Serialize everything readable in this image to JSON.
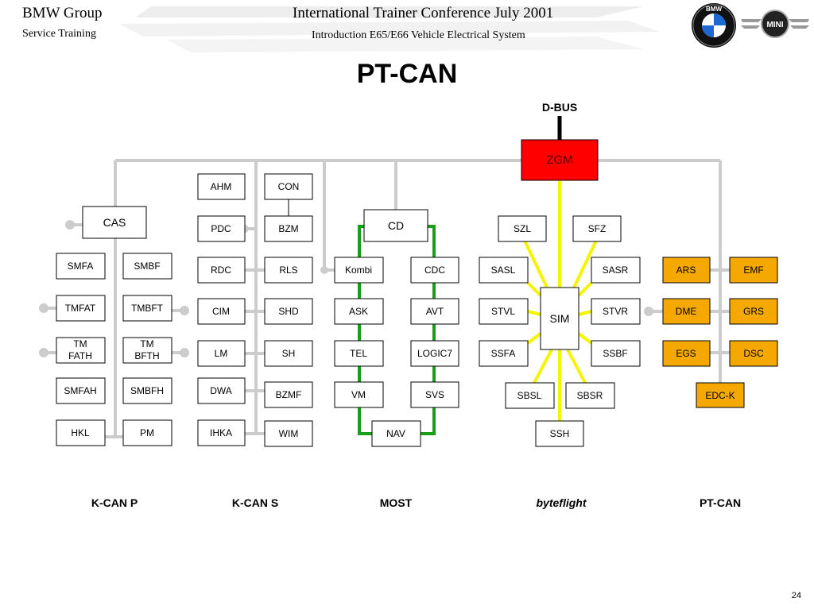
{
  "header": {
    "brand": "BMW Group",
    "department": "Service Training",
    "conference": "International Trainer Conference July 2001",
    "subtitle": "Introduction E65/E66 Vehicle Electrical System"
  },
  "logos": {
    "bmw_letters": "BMW",
    "mini_text": "MINI"
  },
  "title": "PT-CAN",
  "page_number": "24",
  "colors": {
    "bus_gray": "#cccccc",
    "most_green": "#1a9e1a",
    "byteflight_yellow": "#f5f500",
    "zgm_red": "#ff0000",
    "ptcan_orange": "#f5a800",
    "dbus_black": "#000000",
    "box_border": "#000000"
  },
  "dbus_label": "D-BUS",
  "modules": {
    "zgm": "ZGM",
    "cas": "CAS",
    "smfa": "SMFA",
    "smbf": "SMBF",
    "tmfat": "TMFAT",
    "tmbft": "TMBFT",
    "tmfath_1": "TM",
    "tmfath_2": "FATH",
    "tmbfth_1": "TM",
    "tmbfth_2": "BFTH",
    "smfah": "SMFAH",
    "smbfh": "SMBFH",
    "hkl": "HKL",
    "pm": "PM",
    "ahm": "AHM",
    "con": "CON",
    "pdc": "PDC",
    "bzm": "BZM",
    "rdc": "RDC",
    "rls": "RLS",
    "cim": "CIM",
    "shd": "SHD",
    "lm": "LM",
    "sh": "SH",
    "dwa": "DWA",
    "bzmf": "BZMF",
    "ihka": "IHKA",
    "wim": "WIM",
    "cd": "CD",
    "kombi": "Kombi",
    "cdc": "CDC",
    "ask": "ASK",
    "avt": "AVT",
    "tel": "TEL",
    "logic7": "LOGIC7",
    "vm": "VM",
    "svs": "SVS",
    "nav": "NAV",
    "szl": "SZL",
    "sfz": "SFZ",
    "sasl": "SASL",
    "sasr": "SASR",
    "sim": "SIM",
    "stvl": "STVL",
    "stvr": "STVR",
    "ssfa": "SSFA",
    "ssbf": "SSBF",
    "sbsl": "SBSL",
    "sbsr": "SBSR",
    "ssh": "SSH",
    "ars": "ARS",
    "emf": "EMF",
    "dme": "DME",
    "grs": "GRS",
    "egs": "EGS",
    "dsc": "DSC",
    "edck": "EDC-K"
  },
  "bus_labels": [
    "K-CAN P",
    "K-CAN S",
    "MOST",
    "byteflight",
    "PT-CAN"
  ]
}
